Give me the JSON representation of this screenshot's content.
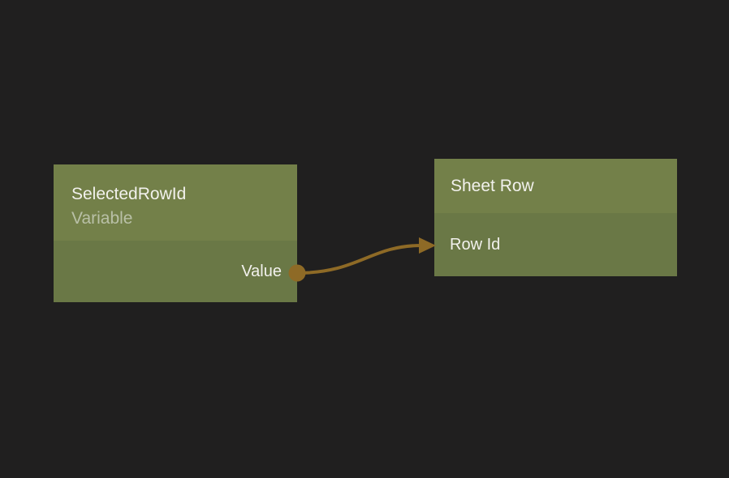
{
  "canvas": {
    "background_color": "#201f1f"
  },
  "colors": {
    "node_header": "#738049",
    "node_body": "#6a7846",
    "node_title_text": "#f2f1ed",
    "node_subtitle_text": "#b9c0a7",
    "wire": "#8e6a26"
  },
  "nodes": [
    {
      "title": "SelectedRowId",
      "subtitle": "Variable",
      "ports": [
        {
          "label": "Value",
          "direction": "output"
        }
      ]
    },
    {
      "title": "Sheet Row",
      "ports": [
        {
          "label": "Row Id",
          "direction": "input"
        }
      ]
    }
  ],
  "connections": [
    {
      "from_node": "SelectedRowId",
      "from_port": "Value",
      "to_node": "Sheet Row",
      "to_port": "Row Id",
      "color": "#8e6a26"
    }
  ]
}
